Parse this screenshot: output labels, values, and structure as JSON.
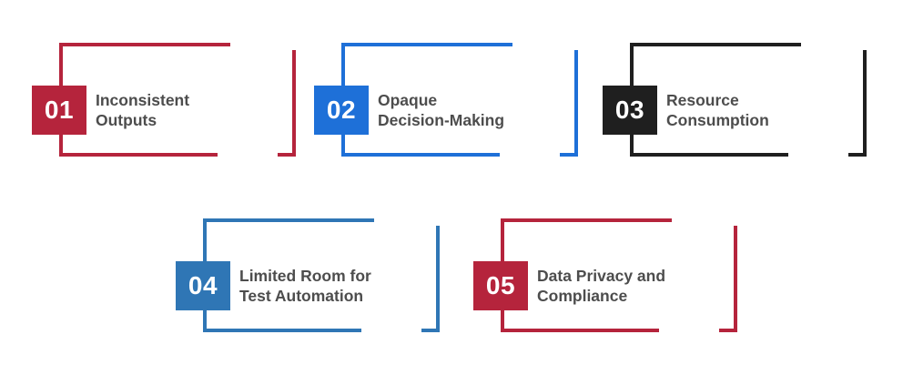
{
  "style": {
    "background": "#FFFFFF",
    "label_color": "#4D4D4D"
  },
  "items": [
    {
      "number": "01",
      "label_line1": "Inconsistent",
      "label_line2": "Outputs",
      "color": "#B5243C"
    },
    {
      "number": "02",
      "label_line1": "Opaque",
      "label_line2": "Decision-Making",
      "color": "#1E70D8"
    },
    {
      "number": "03",
      "label_line1": "Resource",
      "label_line2": "Consumption",
      "color": "#1F1F1F"
    },
    {
      "number": "04",
      "label_line1": "Limited Room for",
      "label_line2": "Test Automation",
      "color": "#2F76B5"
    },
    {
      "number": "05",
      "label_line1": "Data Privacy and",
      "label_line2": "Compliance",
      "color": "#B5243C"
    }
  ]
}
